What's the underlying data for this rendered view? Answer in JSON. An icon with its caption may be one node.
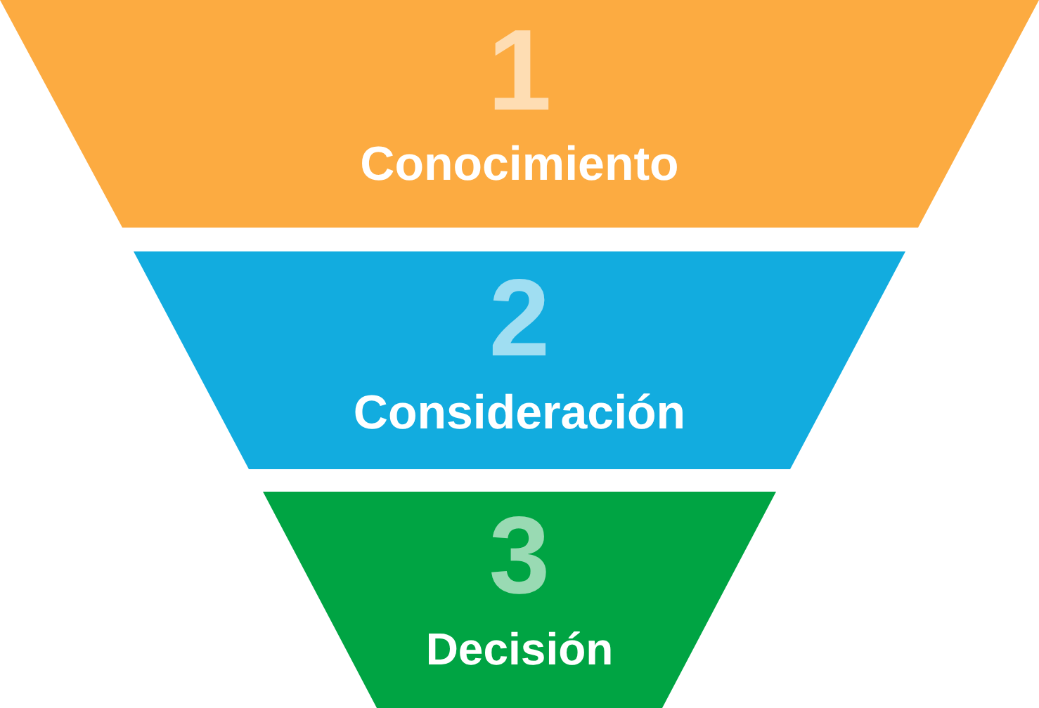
{
  "diagram": {
    "nodes": [
      {
        "text": [
          "1",
          "Conocimiento"
        ]
      },
      {
        "text": [
          "2",
          "Consideración"
        ]
      },
      {
        "text": [
          "3",
          "Decisión"
        ]
      }
    ]
  }
}
